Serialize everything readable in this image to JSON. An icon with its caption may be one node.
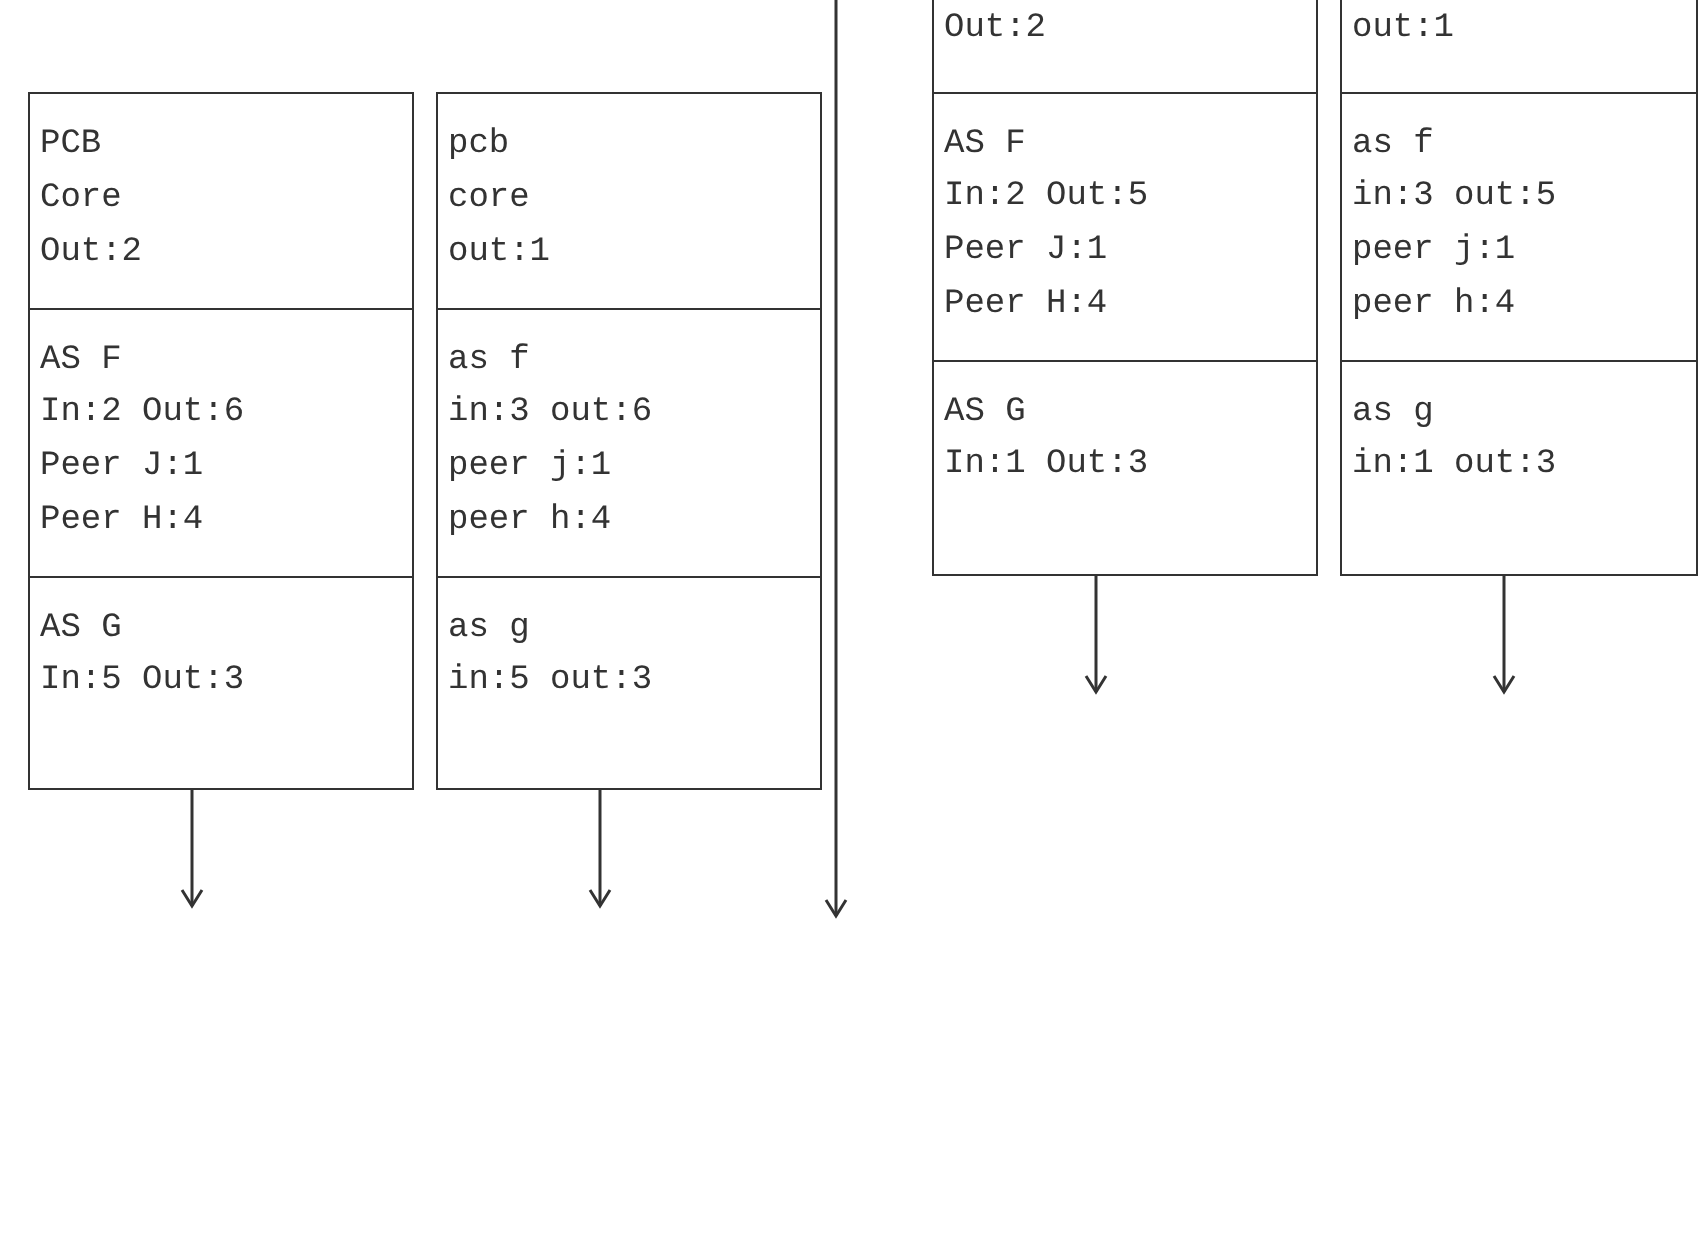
{
  "diagram": {
    "nodes": [
      {
        "text": [],
        "shape": "box"
      },
      {
        "text": [
          "PCB",
          "Core",
          "Out:2"
        ],
        "in": 0
      },
      {
        "text": [
          "AS F",
          "In:2 Out:6",
          "Peer J:1",
          "Peer H:4"
        ],
        "in": 0
      },
      {
        "text": [
          "AS G",
          "In:5 Out:3"
        ],
        "in": 0
      },
      {
        "text": [],
        "shape": "box"
      },
      {
        "text": [
          "pcb",
          "core",
          "out:1"
        ],
        "in": 4
      },
      {
        "text": [
          "as f",
          "in:3 out:6",
          "peer j:1",
          "peer h:4"
        ],
        "in": 4
      },
      {
        "text": [
          "as g",
          "in:5 out:3"
        ],
        "in": 4
      },
      {
        "text": [],
        "shape": "box"
      },
      {
        "text": [
          "Out:2"
        ],
        "in": 8
      },
      {
        "text": [
          "AS F",
          "In:2 Out:5",
          "Peer J:1",
          "Peer H:4"
        ],
        "in": 8
      },
      {
        "text": [
          "AS G",
          "In:1 Out:3"
        ],
        "in": 8
      },
      {
        "text": [],
        "shape": "box"
      },
      {
        "text": [
          "out:1"
        ],
        "in": 12
      },
      {
        "text": [
          "as f",
          "in:3 out:5",
          "peer j:1",
          "peer h:4"
        ],
        "in": 12
      },
      {
        "text": [
          "as g",
          "in:1 out:3"
        ],
        "in": 12
      }
    ],
    "edges": [
      {
        "from": 0,
        "to": null,
        "arrow": "to"
      },
      {
        "from": 4,
        "to": null,
        "arrow": "to"
      },
      {
        "from": 8,
        "to": null,
        "arrow": "to"
      },
      {
        "from": 12,
        "to": null,
        "arrow": "to"
      }
    ]
  }
}
